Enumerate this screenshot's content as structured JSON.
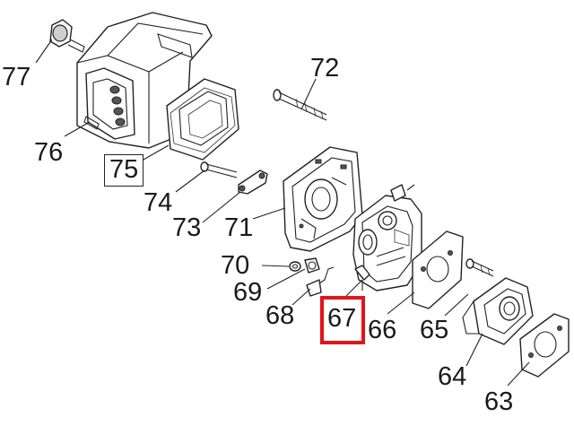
{
  "diagram": {
    "highlight_color": "#e3141b",
    "highlighted_part": "67",
    "boxed_part": "75",
    "parts": [
      {
        "id": "p77",
        "label": "77",
        "name": "primer-cap"
      },
      {
        "id": "p76",
        "label": "76",
        "name": "air-filter-cover"
      },
      {
        "id": "p75",
        "label": "75",
        "name": "air-filter-element"
      },
      {
        "id": "p74",
        "label": "74",
        "name": "bolt"
      },
      {
        "id": "p73",
        "label": "73",
        "name": "choke-lever"
      },
      {
        "id": "p72",
        "label": "72",
        "name": "long-bolt"
      },
      {
        "id": "p71",
        "label": "71",
        "name": "air-cleaner-base"
      },
      {
        "id": "p70",
        "label": "70",
        "name": "nut"
      },
      {
        "id": "p69",
        "label": "69",
        "name": "collar"
      },
      {
        "id": "p68",
        "label": "68",
        "name": "fitting"
      },
      {
        "id": "p67",
        "label": "67",
        "name": "carburetor-part"
      },
      {
        "id": "p66",
        "label": "66",
        "name": "gasket"
      },
      {
        "id": "p65",
        "label": "65",
        "name": "bolt-short"
      },
      {
        "id": "p64",
        "label": "64",
        "name": "insulator"
      },
      {
        "id": "p63",
        "label": "63",
        "name": "gasket-end"
      }
    ]
  }
}
